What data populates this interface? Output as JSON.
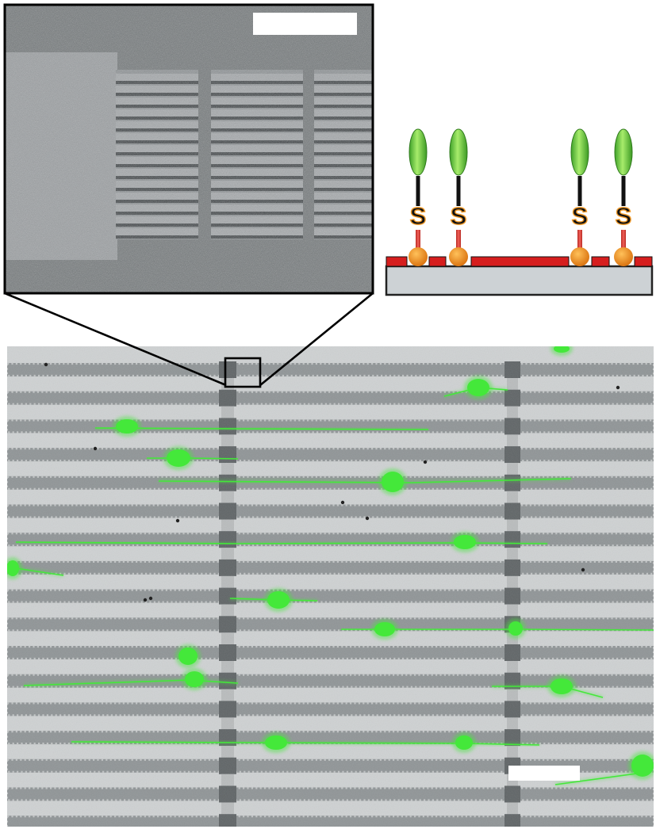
{
  "figure": {
    "panels": [
      {
        "name": "sem-inset",
        "description_visible": false
      },
      {
        "name": "surface-chemistry-schematic",
        "molecule_count": 4
      },
      {
        "name": "fluorescence-micrograph"
      }
    ],
    "colors": {
      "sem_background": "#6f7579",
      "micrograph_background": "#cfd2d3",
      "neuron_green": "#44e83a",
      "ligand_green": "#7fdc53",
      "anchor_orange": "#ef8a1f",
      "linker_red": "#d83a2c",
      "gold_red": "#d61e1e",
      "substrate_gray": "#cdd2d5",
      "scale_bar": "#ffffff"
    },
    "labels": {
      "thiol_symbol": "S"
    }
  }
}
